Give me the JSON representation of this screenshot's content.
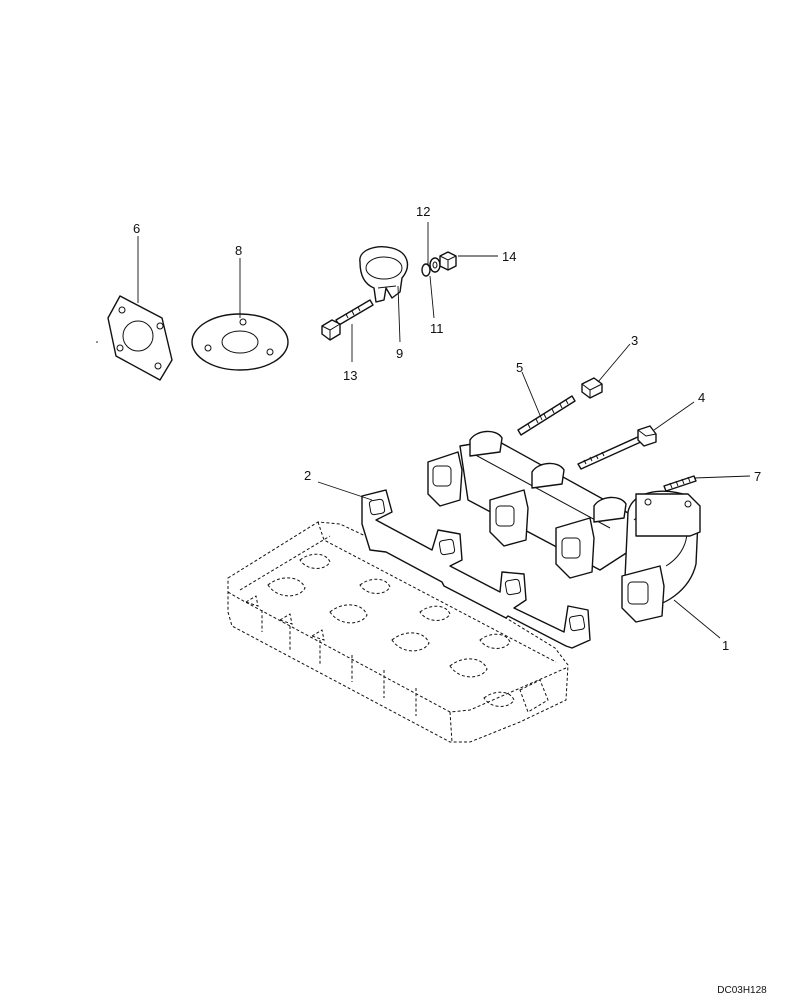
{
  "diagram": {
    "drawing_code": "DC03H128",
    "callouts": [
      {
        "id": "c1",
        "text": "1"
      },
      {
        "id": "c2",
        "text": "2"
      },
      {
        "id": "c3",
        "text": "3"
      },
      {
        "id": "c4",
        "text": "4"
      },
      {
        "id": "c5",
        "text": "5"
      },
      {
        "id": "c6",
        "text": "6"
      },
      {
        "id": "c7",
        "text": "7"
      },
      {
        "id": "c8",
        "text": "8"
      },
      {
        "id": "c9",
        "text": "9"
      },
      {
        "id": "c11",
        "text": "11"
      },
      {
        "id": "c12",
        "text": "12"
      },
      {
        "id": "c13",
        "text": "13"
      },
      {
        "id": "c14",
        "text": "14"
      }
    ],
    "line_color": "#111111",
    "background": "#ffffff"
  }
}
